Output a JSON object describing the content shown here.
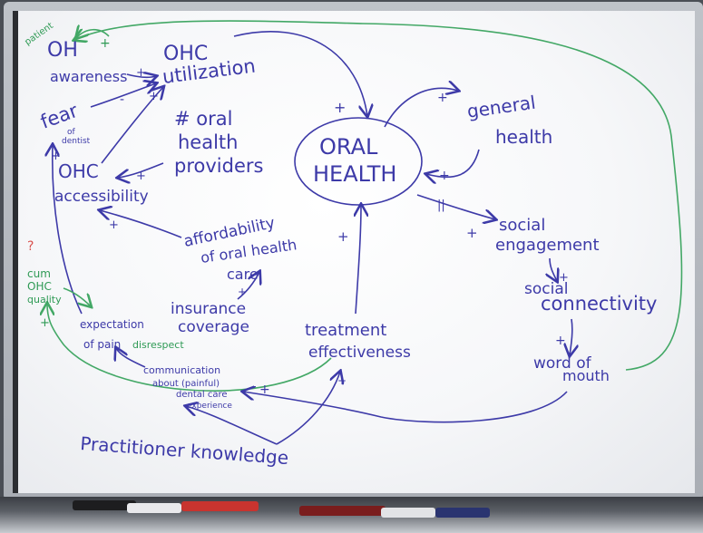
{
  "nodes": {
    "patient": "patient",
    "oh": "OH",
    "awareness": "awareness",
    "ohc": "OHC",
    "utilization": "utilization",
    "fear": "fear",
    "of": "of",
    "dentist": "dentist",
    "num_oral": "# oral",
    "health_line": "health",
    "providers": "providers",
    "ohc2": "OHC",
    "accessibility": "accessibility",
    "oral": "ORAL",
    "health": "HEALTH",
    "general": "general",
    "general_health": "health",
    "affordability": "affordability",
    "of_oral_health": "of oral health",
    "care": "care",
    "social": "social",
    "engagement": "engagement",
    "social2": "social",
    "connectivity": "connectivity",
    "cum": "cum",
    "ohc_g": "OHC",
    "quality": "quality",
    "expectation": "expectation",
    "of_pain": "of pain",
    "disrespect": "disrespect",
    "insurance": "insurance",
    "coverage": "coverage",
    "treatment": "treatment",
    "effectiveness": "effectiveness",
    "word_of": "word of",
    "mouth": "mouth",
    "communication": "communication",
    "about_painful": "about (painful)",
    "dental_care": "dental care",
    "experience": "experience",
    "practitioner": "Practitioner knowledge",
    "question": "?"
  },
  "polarities": {
    "plus": "+",
    "minus": "-",
    "delay": "||"
  },
  "colors": {
    "purple_marker": "#3d3aa8",
    "green_marker": "#2f9a55",
    "board": "#f6f7f9"
  }
}
